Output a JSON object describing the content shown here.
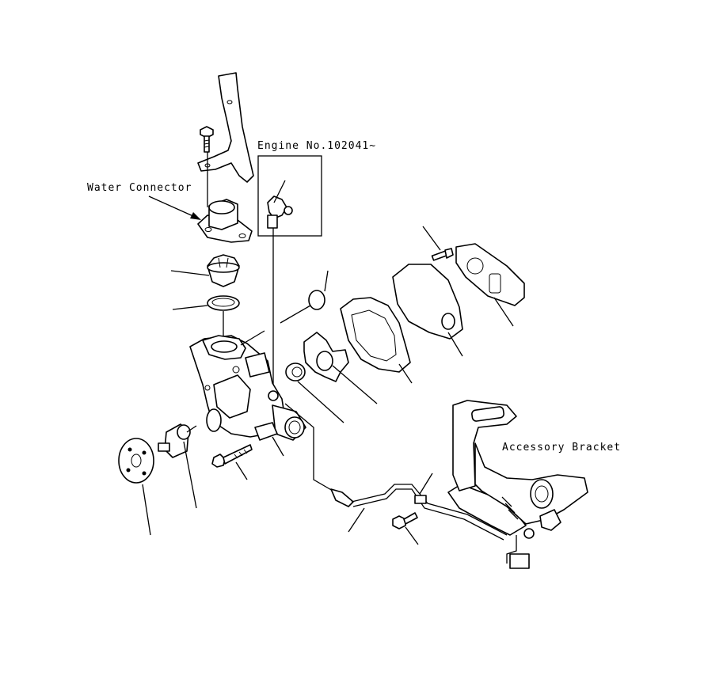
{
  "labels": {
    "water_connector": "Water Connector",
    "engine_number": "Engine No.102041~",
    "accessory_bracket": "Accessory Bracket"
  }
}
